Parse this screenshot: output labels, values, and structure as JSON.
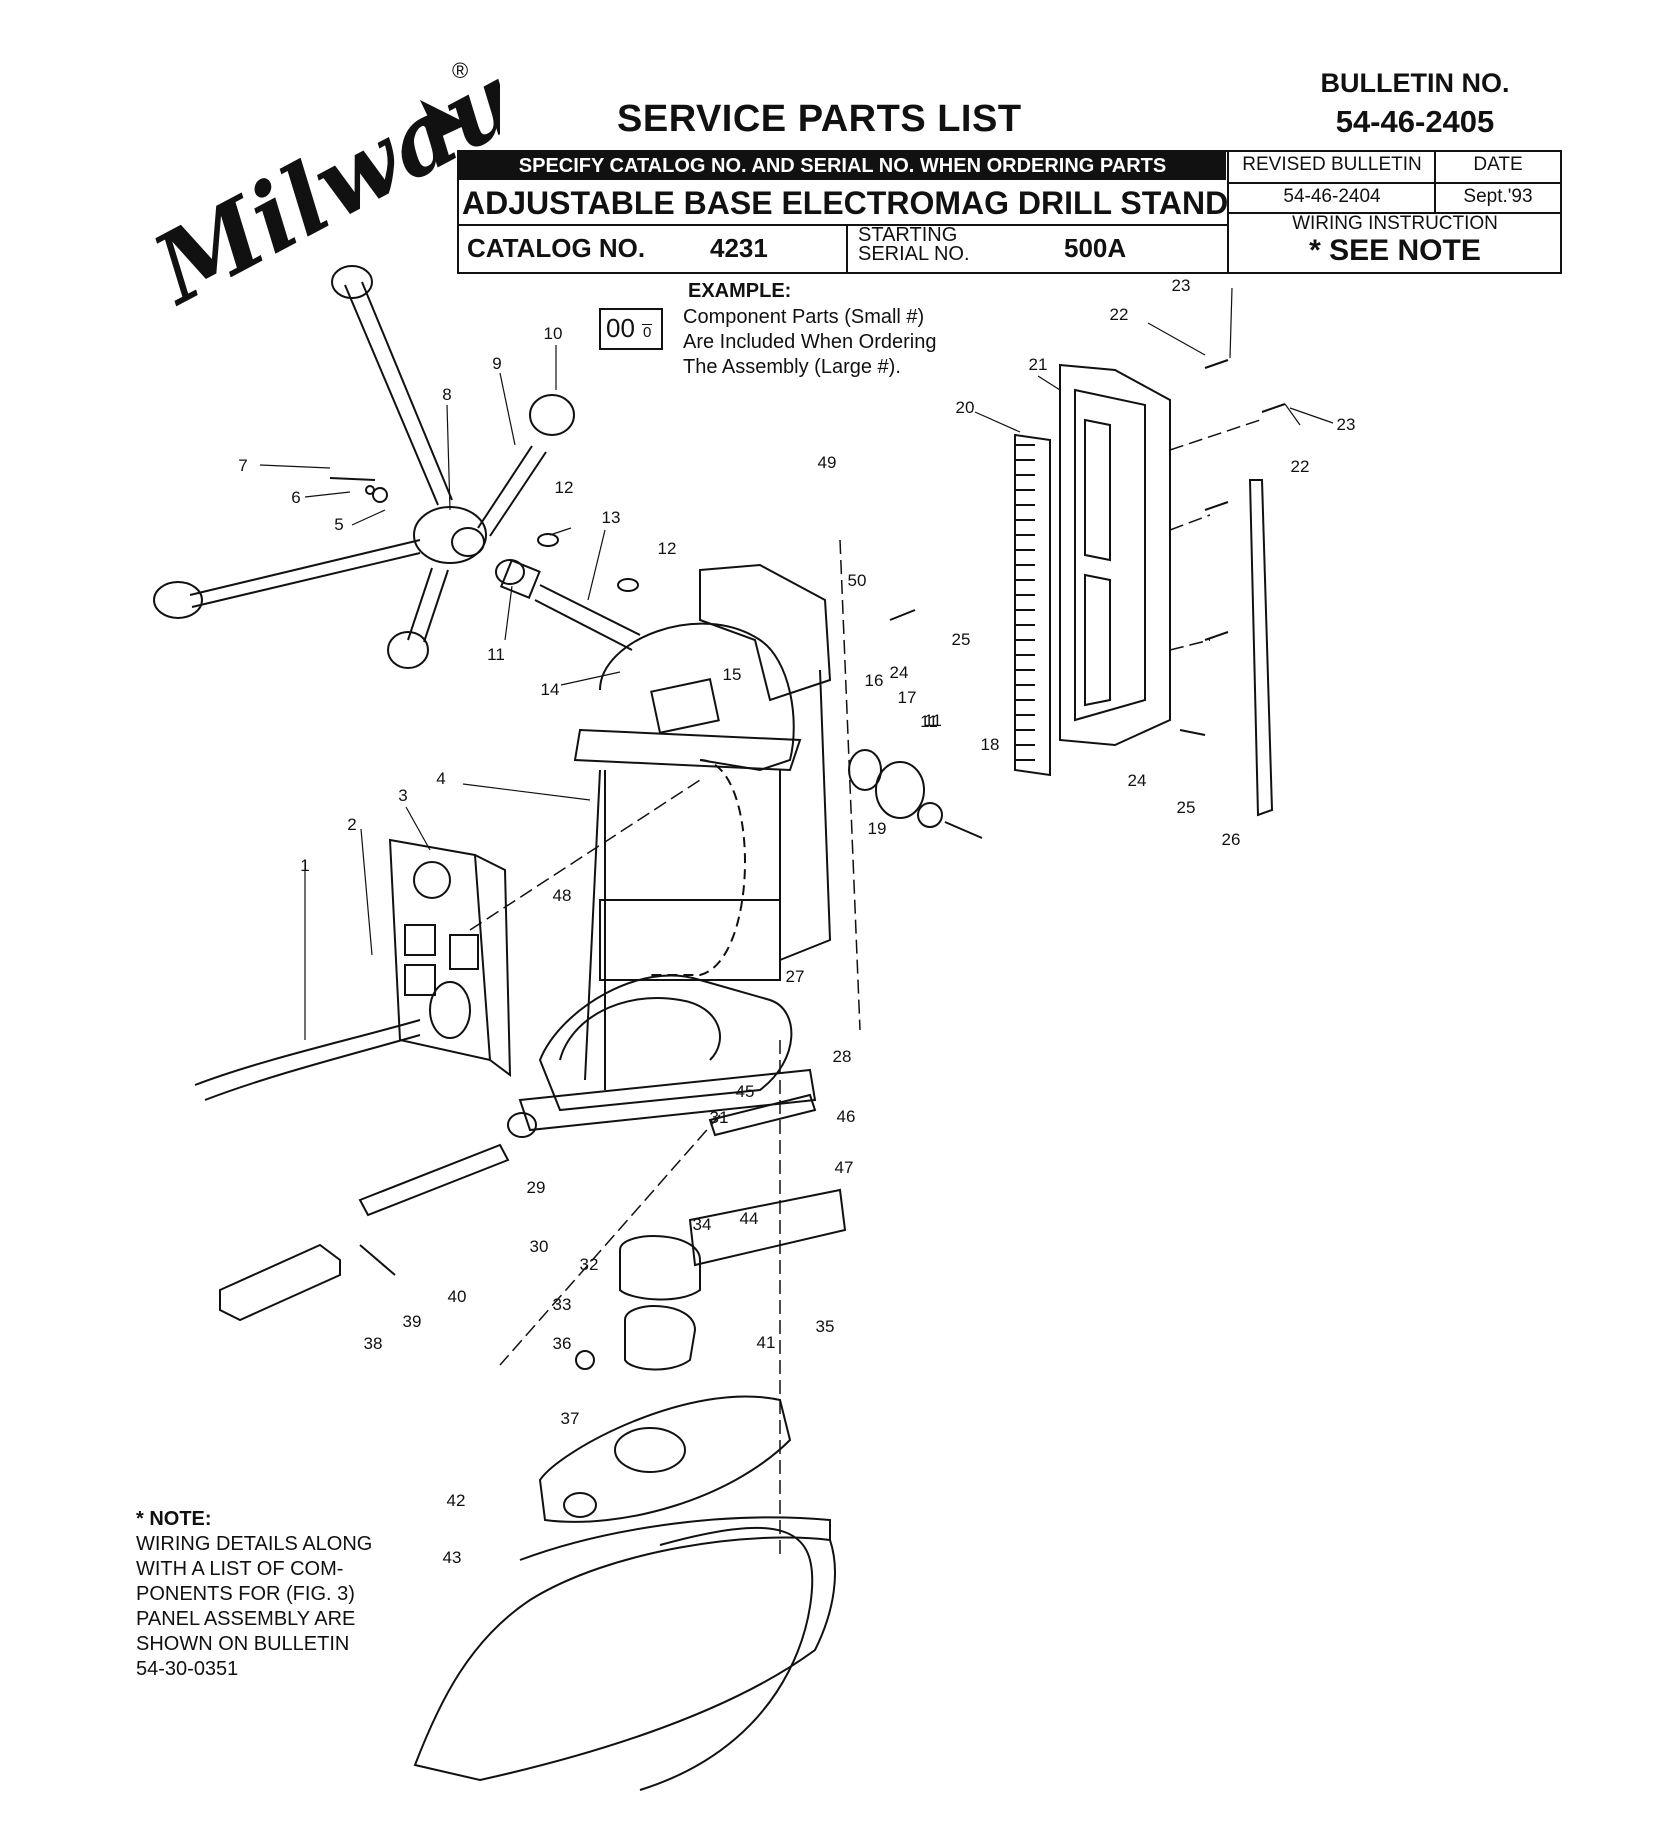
{
  "brand": {
    "logo_text": "Milwaukee",
    "registered_mark": "®"
  },
  "bulletin": {
    "label": "BULLETIN NO.",
    "number": "54-46-2405"
  },
  "title": "SERVICE PARTS LIST",
  "header": {
    "order_instruction": "SPECIFY CATALOG NO. AND SERIAL NO. WHEN ORDERING PARTS",
    "product_name": "ADJUSTABLE BASE ELECTROMAG DRILL STAND",
    "catalog_label": "CATALOG NO.",
    "catalog_no": "4231",
    "starting_serial_label_1": "STARTING",
    "starting_serial_label_2": "SERIAL NO.",
    "starting_serial_no": "500A",
    "revised_bulletin_label": "REVISED BULLETIN",
    "revised_bulletin_no": "54-46-2404",
    "date_label": "DATE",
    "date_value": "Sept.'93",
    "wiring_label": "WIRING INSTRUCTION",
    "wiring_value": "* SEE NOTE"
  },
  "example": {
    "title": "EXAMPLE:",
    "big_no": "00",
    "small_no": "0",
    "line_1": "Component Parts (Small #)",
    "line_2": "Are Included When Ordering",
    "line_3": "The Assembly (Large #)."
  },
  "note": {
    "title": "* NOTE:",
    "lines": [
      "WIRING DETAILS ALONG",
      "WITH A LIST OF COM-",
      "PONENTS FOR (FIG. 3)",
      "PANEL ASSEMBLY ARE",
      "SHOWN ON BULLETIN",
      "54-30-0351"
    ]
  },
  "callouts": [
    {
      "label": "1"
    },
    {
      "label": "2"
    },
    {
      "label": "3"
    },
    {
      "label": "4"
    },
    {
      "label": "5"
    },
    {
      "label": "6"
    },
    {
      "label": "7"
    },
    {
      "label": "8"
    },
    {
      "label": "9"
    },
    {
      "label": "10"
    },
    {
      "label": "11"
    },
    {
      "label": "12"
    },
    {
      "label": "13"
    },
    {
      "label": "12"
    },
    {
      "label": "11"
    },
    {
      "label": "14"
    },
    {
      "label": "15"
    },
    {
      "label": "16"
    },
    {
      "label": "17"
    },
    {
      "label": "11"
    },
    {
      "label": "18"
    },
    {
      "label": "19"
    },
    {
      "label": "20"
    },
    {
      "label": "21"
    },
    {
      "label": "22"
    },
    {
      "label": "23"
    },
    {
      "label": "22"
    },
    {
      "label": "23"
    },
    {
      "label": "24"
    },
    {
      "label": "25"
    },
    {
      "label": "24"
    },
    {
      "label": "25"
    },
    {
      "label": "26"
    },
    {
      "label": "27"
    },
    {
      "label": "28"
    },
    {
      "label": "29"
    },
    {
      "label": "30"
    },
    {
      "label": "31"
    },
    {
      "label": "32"
    },
    {
      "label": "33"
    },
    {
      "label": "34"
    },
    {
      "label": "35"
    },
    {
      "label": "36"
    },
    {
      "label": "37"
    },
    {
      "label": "38"
    },
    {
      "label": "39"
    },
    {
      "label": "40"
    },
    {
      "label": "41"
    },
    {
      "label": "42"
    },
    {
      "label": "43"
    },
    {
      "label": "44"
    },
    {
      "label": "45"
    },
    {
      "label": "46"
    },
    {
      "label": "47"
    },
    {
      "label": "48"
    },
    {
      "label": "49"
    },
    {
      "label": "50"
    }
  ]
}
